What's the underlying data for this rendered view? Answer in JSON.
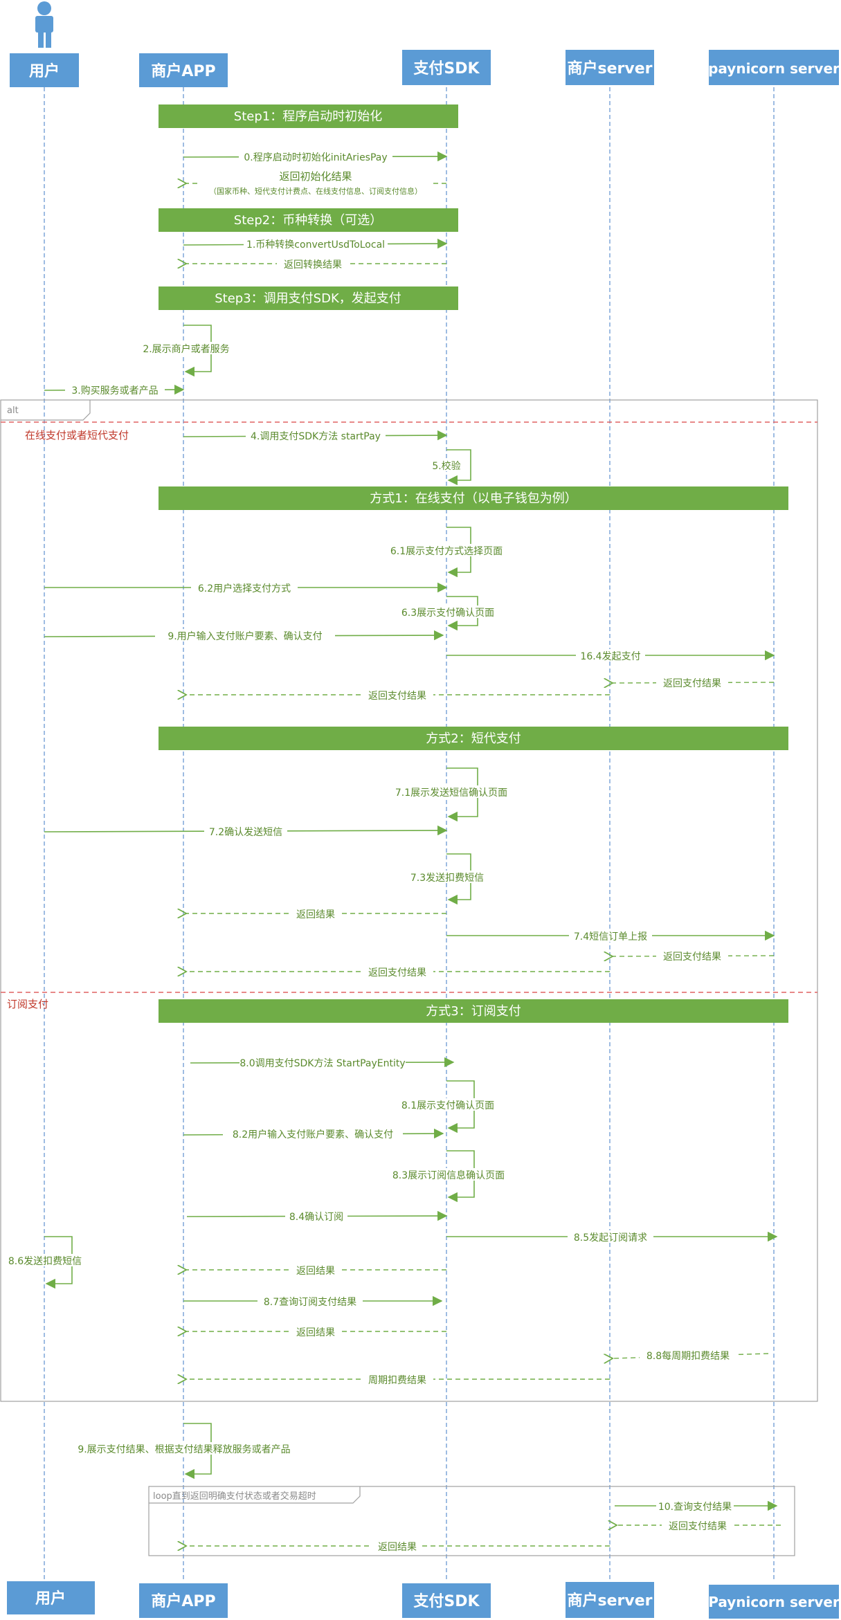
{
  "actors": {
    "user_top": "用户",
    "app_top": "商户APP",
    "sdk_top": "支付SDK",
    "server_top": "商户server",
    "paynicorn_top": "paynicorn server",
    "user_bottom": "用户",
    "app_bottom": "商户APP",
    "sdk_bottom": "支付SDK",
    "server_bottom": "商户server",
    "paynicorn_bottom": "Paynicorn server"
  },
  "steps": {
    "step1": "Step1：程序启动时初始化",
    "step2": "Step2：币种转换（可选）",
    "step3": "Step3：调用支付SDK，发起支付",
    "way1": "方式1：在线支付（以电子钱包为例）",
    "way2": "方式2：短代支付",
    "way3": "方式3：订阅支付"
  },
  "frames": {
    "alt": "alt",
    "alt_cond1": "在线支付或者短代支付",
    "alt_cond2": "订阅支付",
    "loop": "loop直到返回明确支付状态或者交易超时"
  },
  "messages": {
    "m0": "0.程序启动时初始化initAriesPay",
    "m0r": "返回初始化结果",
    "m0r_note": "（国家币种、短代支付计费点、在线支付信息、订阅支付信息）",
    "m1": "1.币种转换convertUsdToLocal",
    "m1r": "返回转换结果",
    "m2": "2.展示商户或者服务",
    "m3": "3.购买服务或者产品",
    "m4": "4.调用支付SDK方法 startPay",
    "m5": "5.校验",
    "m61": "6.1展示支付方式选择页面",
    "m62": "6.2用户选择支付方式",
    "m63": "6.3展示支付确认页面",
    "m9a": "9.用户输入支付账户要素、确认支付",
    "m164": "16.4发起支付",
    "m164r": "返回支付结果",
    "m164r2": "返回支付结果",
    "m71": "7.1展示发送短信确认页面",
    "m72": "7.2确认发送短信",
    "m73": "7.3发送扣费短信",
    "m73r": "返回结果",
    "m74": "7.4短信订单上报",
    "m74r": "返回支付结果",
    "m74r2": "返回支付结果",
    "m80": "8.0调用支付SDK方法 StartPayEntity",
    "m81": "8.1展示支付确认页面",
    "m82": "8.2用户输入支付账户要素、确认支付",
    "m83": "8.3展示订阅信息确认页面",
    "m84": "8.4确认订阅",
    "m85": "8.5发起订阅请求",
    "m86": "8.6发送扣费短信",
    "m86r": "返回结果",
    "m87": "8.7查询订阅支付结果",
    "m87r": "返回结果",
    "m88": "8.8每周期扣费结果",
    "m88r": "周期扣费结果",
    "m9b": "9.展示支付结果、根据支付结果释放服务或者产品",
    "m10": "10.查询支付结果",
    "m10r": "返回支付结果",
    "m10r2": "返回结果"
  }
}
